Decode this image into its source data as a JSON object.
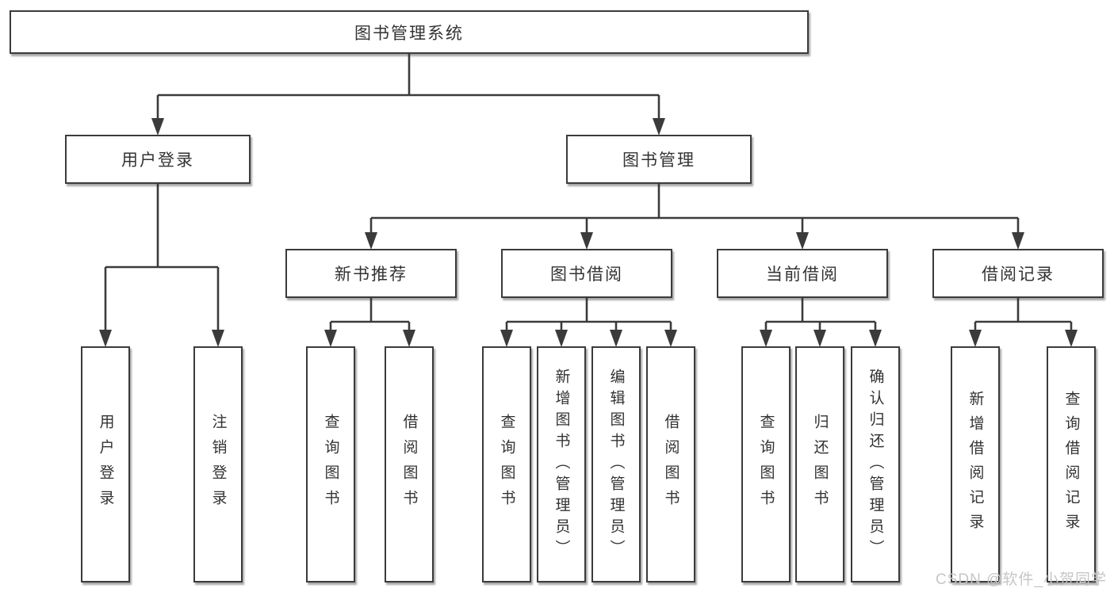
{
  "colors": {
    "background": "#ffffff",
    "line": "#3b3b3b",
    "box_border": "#3b3b3b",
    "box_fill": "#ffffff",
    "text": "#333333",
    "watermark": "#c6c6c6"
  },
  "watermark": {
    "text": "CSDN @软件_小贺同学"
  },
  "diagram": {
    "title": "图书管理系统",
    "tree": {
      "id": "root",
      "label": "图书管理系统",
      "children": [
        {
          "id": "user-login",
          "label": "用户登录",
          "children": [
            {
              "id": "leaf-user-login",
              "label": "用户登录"
            },
            {
              "id": "leaf-logout",
              "label": "注销登录"
            }
          ]
        },
        {
          "id": "book-management",
          "label": "图书管理",
          "children": [
            {
              "id": "new-book-recommend",
              "label": "新书推荐",
              "children": [
                {
                  "id": "leaf-query-book-1",
                  "label": "查询图书"
                },
                {
                  "id": "leaf-borrow-book-1",
                  "label": "借阅图书"
                }
              ]
            },
            {
              "id": "book-borrow",
              "label": "图书借阅",
              "children": [
                {
                  "id": "leaf-query-book-2",
                  "label": "查询图书"
                },
                {
                  "id": "leaf-add-book",
                  "label": "新增图书（管理员）"
                },
                {
                  "id": "leaf-edit-book",
                  "label": "编辑图书（管理员）"
                },
                {
                  "id": "leaf-borrow-book-2",
                  "label": "借阅图书"
                }
              ]
            },
            {
              "id": "current-borrow",
              "label": "当前借阅",
              "children": [
                {
                  "id": "leaf-query-book-3",
                  "label": "查询图书"
                },
                {
                  "id": "leaf-return-book",
                  "label": "归还图书"
                },
                {
                  "id": "leaf-confirm-return",
                  "label": "确认归还（管理员）"
                }
              ]
            },
            {
              "id": "borrow-records",
              "label": "借阅记录",
              "children": [
                {
                  "id": "leaf-add-record",
                  "label": "新增借阅记录"
                },
                {
                  "id": "leaf-query-record",
                  "label": "查询借阅记录"
                }
              ]
            }
          ]
        }
      ]
    }
  }
}
